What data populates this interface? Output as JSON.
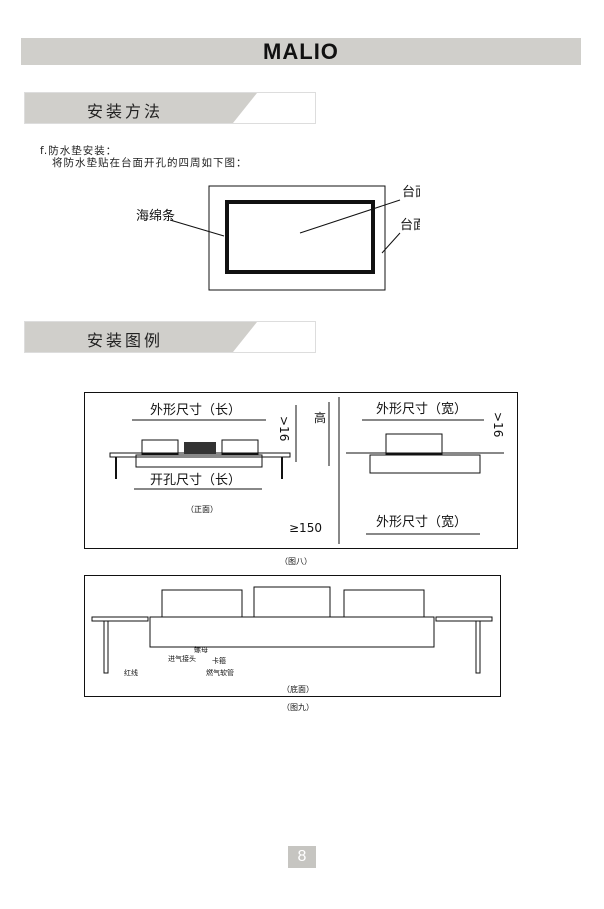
{
  "header": {
    "brand": "MALIO"
  },
  "section1": {
    "title": "安装方法",
    "step_line1": "f.防水垫安装：",
    "step_line2": "将防水垫贴在台面开孔的四周如下图：",
    "fig_labels": {
      "sponge": "海绵条",
      "cutout": "台面开口",
      "countertop": "台面"
    }
  },
  "section2": {
    "title": "安装图例"
  },
  "fig8": {
    "outer_length": "外形尺寸（长）",
    "cut_length": "开孔尺寸（长）",
    "min16_left": ">16",
    "height": "高",
    "min16_right": ">16",
    "outer_width_top": "外形尺寸（宽）",
    "outer_width_bottom": "外形尺寸（宽）",
    "min150": "≥150",
    "view": "（正面）",
    "caption": "（图八）"
  },
  "fig9": {
    "nut": "螺母",
    "clamp": "卡箍",
    "inlet": "进气接头",
    "red_line": "红线",
    "hose": "燃气软管",
    "view": "（底面）",
    "caption": "（图九）"
  },
  "footer": {
    "page_number": "8"
  }
}
